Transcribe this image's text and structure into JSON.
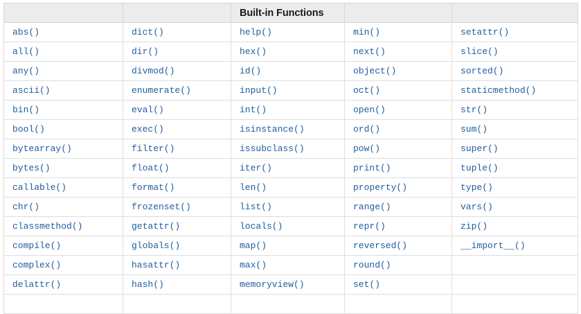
{
  "document": {
    "title": "Built-in Functions",
    "background_color": "#ffffff"
  },
  "table": {
    "name": "python-builtin-functions-table",
    "header_background": "#ececec",
    "header_text_color": "#1a1a1a",
    "cell_text_color": "#1f5c9e",
    "border_color": "#dddddd",
    "column_count": 5,
    "row_count": 15,
    "header": [
      "",
      "",
      "Built-in Functions",
      "",
      ""
    ],
    "rows": [
      [
        "abs()",
        "dict()",
        "help()",
        "min()",
        "setattr()"
      ],
      [
        "all()",
        "dir()",
        "hex()",
        "next()",
        "slice()"
      ],
      [
        "any()",
        "divmod()",
        "id()",
        "object()",
        "sorted()"
      ],
      [
        "ascii()",
        "enumerate()",
        "input()",
        "oct()",
        "staticmethod()"
      ],
      [
        "bin()",
        "eval()",
        "int()",
        "open()",
        "str()"
      ],
      [
        "bool()",
        "exec()",
        "isinstance()",
        "ord()",
        "sum()"
      ],
      [
        "bytearray()",
        "filter()",
        "issubclass()",
        "pow()",
        "super()"
      ],
      [
        "bytes()",
        "float()",
        "iter()",
        "print()",
        "tuple()"
      ],
      [
        "callable()",
        "format()",
        "len()",
        "property()",
        "type()"
      ],
      [
        "chr()",
        "frozenset()",
        "list()",
        "range()",
        "vars()"
      ],
      [
        "classmethod()",
        "getattr()",
        "locals()",
        "repr()",
        "zip()"
      ],
      [
        "compile()",
        "globals()",
        "map()",
        "reversed()",
        "__import__()"
      ],
      [
        "complex()",
        "hasattr()",
        "max()",
        "round()",
        ""
      ],
      [
        "delattr()",
        "hash()",
        "memoryview()",
        "set()",
        ""
      ],
      [
        "",
        "",
        "",
        "",
        ""
      ]
    ]
  }
}
